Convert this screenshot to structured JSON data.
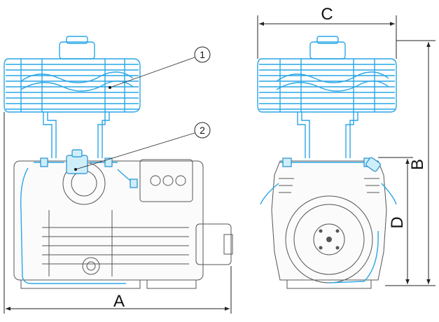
{
  "dimensions": {
    "a": "A",
    "b": "B",
    "c": "C",
    "d": "D"
  },
  "callouts": {
    "one": "1",
    "two": "2"
  },
  "colors": {
    "fan": "#2aa6e6",
    "compressor": "#555555",
    "dimension_lines": "#222222"
  }
}
